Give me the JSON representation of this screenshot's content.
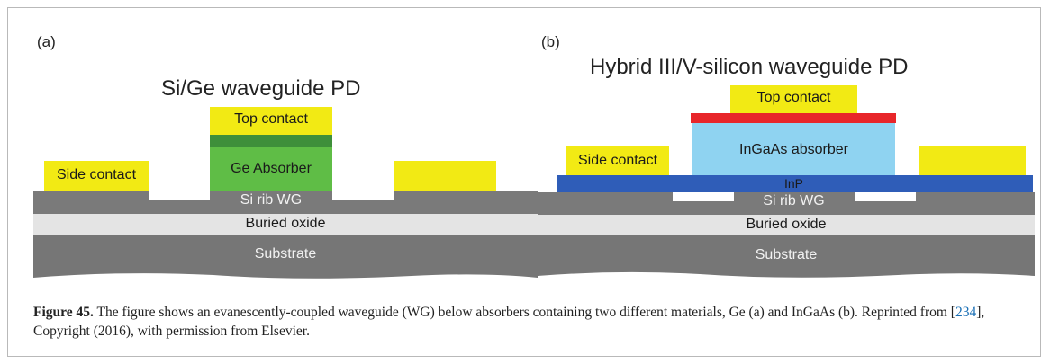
{
  "panel_a": {
    "label": "(a)",
    "title": "Si/Ge waveguide PD",
    "layers": {
      "top_contact": "Top contact",
      "absorber": "Ge Absorber",
      "side_contact": "Side contact",
      "rib": "Si rib WG",
      "oxide": "Buried oxide",
      "substrate": "Substrate"
    }
  },
  "panel_b": {
    "label": "(b)",
    "title": "Hybrid III/V-silicon waveguide PD",
    "layers": {
      "top_contact": "Top contact",
      "absorber": "InGaAs absorber",
      "side_contact": "Side contact",
      "inp": "InP",
      "rib": "Si rib WG",
      "oxide": "Buried oxide",
      "substrate": "Substrate"
    }
  },
  "caption": {
    "figure_label": "Figure 45.",
    "text_before_ref": " The figure shows an evanescently-coupled waveguide (WG) below absorbers containing two different materials, Ge (a) and InGaAs (b). Reprinted from [",
    "ref": "234",
    "text_after_ref": "], Copyright (2016), with permission from Elsevier."
  },
  "colors": {
    "contact": "#f2ea14",
    "ge_absorber": "#5fbd46",
    "ge_top_strip": "#3e8f3a",
    "ingaas": "#8fd3f1",
    "red_strip": "#e8262a",
    "inp": "#2f5db8",
    "si": "#7a7a7a",
    "oxide": "#e4e4e4",
    "substrate": "#767676"
  }
}
